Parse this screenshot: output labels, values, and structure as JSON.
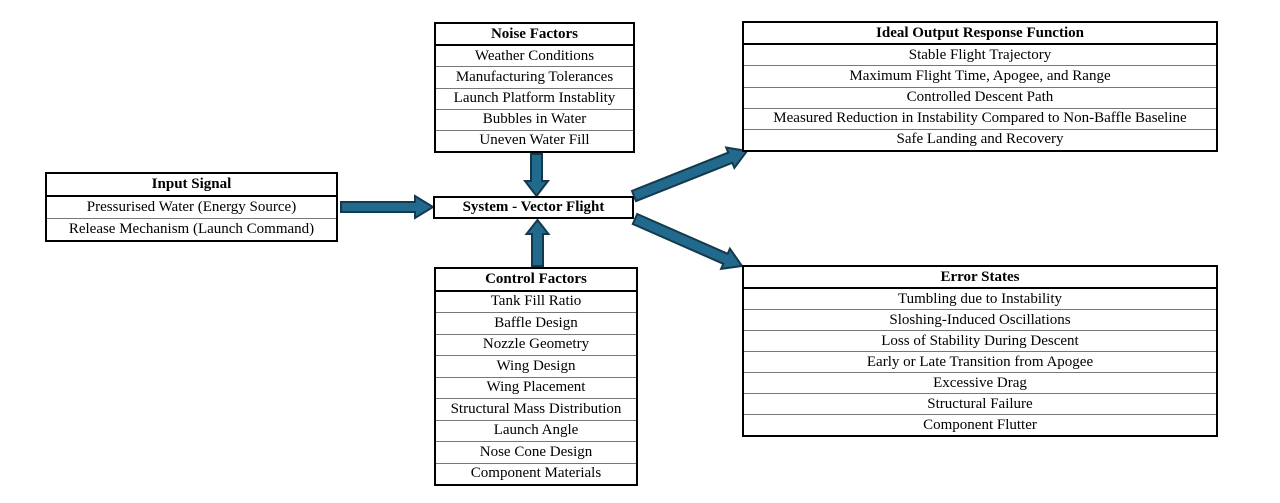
{
  "colors": {
    "arrow_fill": "#216a8d",
    "arrow_stroke": "#15394c",
    "box_border": "#000000",
    "row_divider": "#777777",
    "bg": "#ffffff",
    "text": "#000000"
  },
  "boxes": {
    "input_signal": {
      "title": "Input Signal",
      "items": [
        "Pressurised Water (Energy Source)",
        "Release Mechanism (Launch Command)"
      ]
    },
    "noise_factors": {
      "title": "Noise Factors",
      "items": [
        "Weather Conditions",
        "Manufacturing Tolerances",
        "Launch Platform Instablity",
        "Bubbles in Water",
        "Uneven Water Fill"
      ]
    },
    "system": {
      "title": "System - Vector Flight"
    },
    "ideal_output": {
      "title": "Ideal Output Response Function",
      "items": [
        "Stable Flight Trajectory",
        "Maximum Flight Time, Apogee, and Range",
        "Controlled Descent Path",
        "Measured Reduction in Instability Compared to Non-Baffle Baseline",
        "Safe Landing and Recovery"
      ]
    },
    "control_factors": {
      "title": "Control Factors",
      "items": [
        "Tank Fill Ratio",
        "Baffle Design",
        "Nozzle Geometry",
        "Wing Design",
        "Wing Placement",
        "Structural Mass Distribution",
        "Launch Angle",
        "Nose Cone Design",
        "Component Materials"
      ]
    },
    "error_states": {
      "title": "Error States",
      "items": [
        "Tumbling due to Instability",
        "Sloshing-Induced Oscillations",
        "Loss of Stability During Descent",
        "Early or Late Transition from Apogee",
        "Excessive Drag",
        "Structural Failure",
        "Component Flutter"
      ]
    }
  },
  "arrows": [
    "input-signal-to-system",
    "noise-factors-to-system",
    "control-factors-to-system",
    "system-to-ideal-output",
    "system-to-error-states"
  ]
}
